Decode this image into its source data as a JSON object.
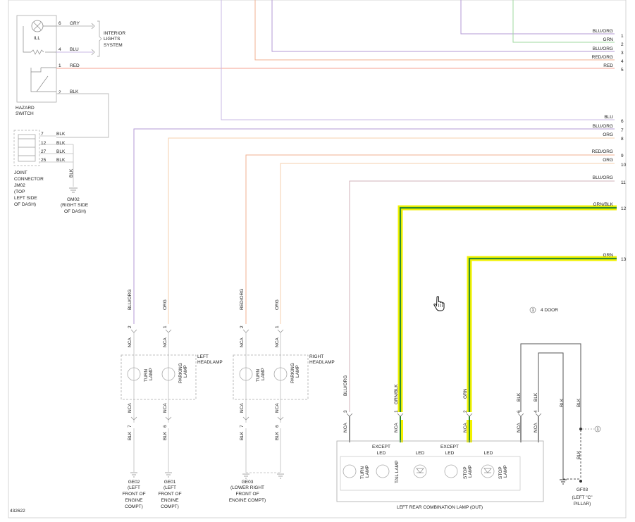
{
  "diagram_id": "432622",
  "hazard": {
    "label_1": "HAZARD",
    "label_2": "SWITCH",
    "ill": "ILL",
    "pins": [
      "6",
      "4",
      "1",
      "2"
    ],
    "wires": [
      "GRY",
      "BLU",
      "RED",
      "BLK"
    ],
    "interior_1": "INTERIOR",
    "interior_2": "LIGHTS",
    "interior_3": "SYSTEM"
  },
  "joint": {
    "pins": [
      "7",
      "12",
      "27",
      "25"
    ],
    "wires": [
      "BLK",
      "BLK",
      "BLK",
      "BLK"
    ],
    "out_wire": "BLK",
    "label": [
      "JOINT",
      "CONNECTOR",
      "JM02",
      "(TOP",
      "LEFT SIDE",
      "OF DASH)"
    ],
    "ground": [
      "GM02",
      "(RIGHT SIDE",
      "OF DASH)"
    ]
  },
  "right_wires": [
    {
      "label": "BLU/ORG",
      "num": "1"
    },
    {
      "label": "GRN",
      "num": "2"
    },
    {
      "label": "BLU/ORG",
      "num": "3"
    },
    {
      "label": "RED/ORG",
      "num": "4"
    },
    {
      "label": "RED",
      "num": "5"
    },
    {
      "label": "BLU",
      "num": "6"
    },
    {
      "label": "BLU/ORG",
      "num": "7"
    },
    {
      "label": "ORG",
      "num": "8"
    },
    {
      "label": "RED/ORG",
      "num": "9"
    },
    {
      "label": "ORG",
      "num": "10"
    },
    {
      "label": "BLU/ORG",
      "num": "11"
    },
    {
      "label": "GRN/BLK",
      "num": "12"
    },
    {
      "label": "GRN",
      "num": "13"
    }
  ],
  "note": {
    "num": "1",
    "text": "4 DOOR"
  },
  "left_headlamp": {
    "title_1": "LEFT",
    "title_2": "HEADLAMP",
    "top_wires": [
      "BLU/ORG",
      "ORG"
    ],
    "top_pins": [
      "2",
      "1"
    ],
    "bottom_pins": [
      "7",
      "6"
    ],
    "bottom_wires": [
      "BLK",
      "BLK"
    ],
    "nca": "NCA",
    "turn_1": "TURN",
    "turn_2": "LAMP",
    "park_1": "PARKING",
    "park_2": "LAMP",
    "ground_a": [
      "GE02",
      "(LEFT",
      "FRONT OF",
      "ENGINE",
      "COMPT)"
    ],
    "ground_b": [
      "GE01",
      "(LEFT",
      "FRONT OF",
      "ENGINE",
      "COMPT)"
    ]
  },
  "right_headlamp": {
    "title_1": "RIGHT",
    "title_2": "HEADLAMP",
    "top_wires": [
      "RED/ORG",
      "ORG"
    ],
    "top_pins": [
      "2",
      "1"
    ],
    "bottom_pins": [
      "7",
      "6"
    ],
    "bottom_wires": [
      "BLK",
      "BLK"
    ],
    "ground": [
      "GE03",
      "(LOWER RIGHT",
      "FRONT OF",
      "ENGINE COMPT)"
    ]
  },
  "rear_lamp": {
    "title": "LEFT REAR COMBINATION LAMP (OUT)",
    "top_wires": [
      "BLU/ORG",
      "GRN/BLK",
      "GRN",
      "BLK",
      "BLK",
      "BLK",
      "BLK",
      "BLK"
    ],
    "pins": [
      "3",
      "1",
      "2",
      "6",
      "4"
    ],
    "nca": "NCA",
    "except": "EXCEPT",
    "led": "LED",
    "turn": "TURN",
    "lamp": "LAMP",
    "tail": "TAIL LAMP",
    "stop": "STOP",
    "ground": [
      "GF03",
      "(LEFT \"C\"",
      "PILLAR)"
    ]
  },
  "colors": {
    "highlight": "#f2f200",
    "green": "#2e8b2e",
    "blu_org": "#b39ad6",
    "grn": "#9fd89f",
    "red_org": "#f0b090",
    "org": "#f5cfae",
    "blu": "#c8b8e6",
    "red": "#f4a090",
    "black": "#555555",
    "dashed": "#bbbbbb"
  },
  "icons": {
    "cursor": "hand-pointer-icon",
    "ground": "ground-icon",
    "lamp": "lamp-icon",
    "led": "led-icon"
  }
}
